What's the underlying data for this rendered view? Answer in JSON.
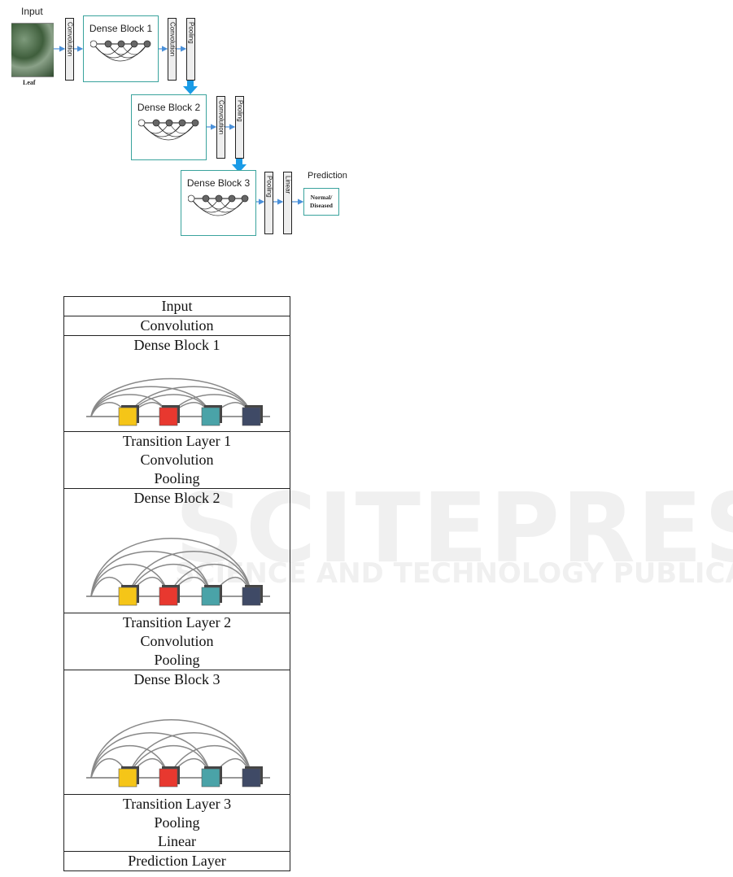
{
  "top_diagram": {
    "input_label": "Input",
    "leaf_caption": "Leaf",
    "conv1": "Convolution",
    "dense_blocks": [
      "Dense Block 1",
      "Dense Block 2",
      "Dense Block 3"
    ],
    "transition1": [
      "Convolution",
      "Pooling"
    ],
    "transition2": [
      "Convolution",
      "Pooling"
    ],
    "transition3": [
      "Pooling",
      "Linear"
    ],
    "prediction_label": "Prediction",
    "output_box": [
      "Normal/",
      "Diseased"
    ],
    "colors": {
      "box_border": "#3aa39d",
      "arrow": "#4a90d9",
      "big_arrow": "#1a9be6"
    }
  },
  "table": {
    "rows": {
      "input": "Input",
      "convolution": "Convolution",
      "dense1": "Dense Block 1",
      "trans1": [
        "Transition Layer 1",
        "Convolution",
        "Pooling"
      ],
      "dense2": "Dense Block 2",
      "trans2": [
        "Transition Layer 2",
        "Convolution",
        "Pooling"
      ],
      "dense3": "Dense Block 3",
      "trans3": [
        "Transition Layer 3",
        "Pooling",
        "Linear"
      ],
      "prediction": "Prediction Layer"
    },
    "cube_colors": [
      "#f5c518",
      "#e8382f",
      "#4aa3a8",
      "#3f4a66"
    ]
  },
  "watermark": {
    "main": "SCITEPRESS",
    "sub": "SCIENCE AND TECHNOLOGY PUBLICATIONS"
  }
}
